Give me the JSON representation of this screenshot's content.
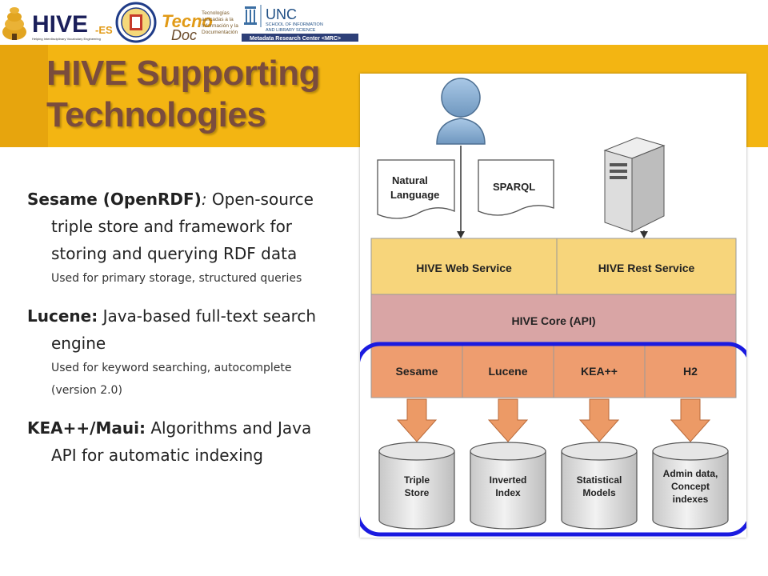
{
  "logos": {
    "hive_main": "HIVE",
    "hive_suffix": "-ES",
    "hive_tagline": "Helping Interdisciplinary Vocabulary Engineering",
    "tecnodoc_word": "Tecno",
    "tecnodoc_word2": "Doc",
    "tecnodoc_caption": [
      "Tecnologías",
      "aplicadas a la",
      "Información y la",
      "Documentación"
    ],
    "unc_name": "UNC",
    "unc_school": [
      "SCHOOL OF INFORMATION",
      "AND LIBRARY SCIENCE"
    ],
    "mrc_label": "Metadata Research Center <MRC>"
  },
  "title_lines": [
    "HIVE Supporting",
    "Technologies"
  ],
  "items": [
    {
      "name": "Sesame (OpenRDF)",
      "sep": ": ",
      "desc": "Open-source triple store and framework for storing and querying RDF data",
      "sub": "Used for primary storage, structured queries"
    },
    {
      "name": "Lucene:",
      "sep": " ",
      "desc": "Java-based full-text search engine",
      "sub": "Used for keyword searching, autocomplete (version 2.0)"
    },
    {
      "name": "KEA++/Maui:",
      "sep": " ",
      "desc": "Algorithms and Java API for automatic indexing",
      "sub": ""
    }
  ],
  "diagram": {
    "docs": [
      [
        "Natural",
        "Language"
      ],
      [
        "SPARQL"
      ]
    ],
    "services": [
      "HIVE Web Service",
      "HIVE Rest Service"
    ],
    "core": "HIVE Core (API)",
    "components": [
      "Sesame",
      "Lucene",
      "KEA++",
      "H2"
    ],
    "stores": [
      [
        "Triple",
        "Store"
      ],
      [
        "Inverted",
        "Index"
      ],
      [
        "Statistical",
        "Models"
      ],
      [
        "Admin data,",
        "Concept",
        "indexes"
      ]
    ]
  },
  "colors": {
    "banner": "#f3b512",
    "title": "#7a4c3d",
    "service": "#f7d57b",
    "core": "#d9a5a5",
    "component": "#ee9d6f",
    "arrow": "#ec9a66",
    "highlight": "#1a1ae0",
    "user": "#8fb4d6"
  }
}
